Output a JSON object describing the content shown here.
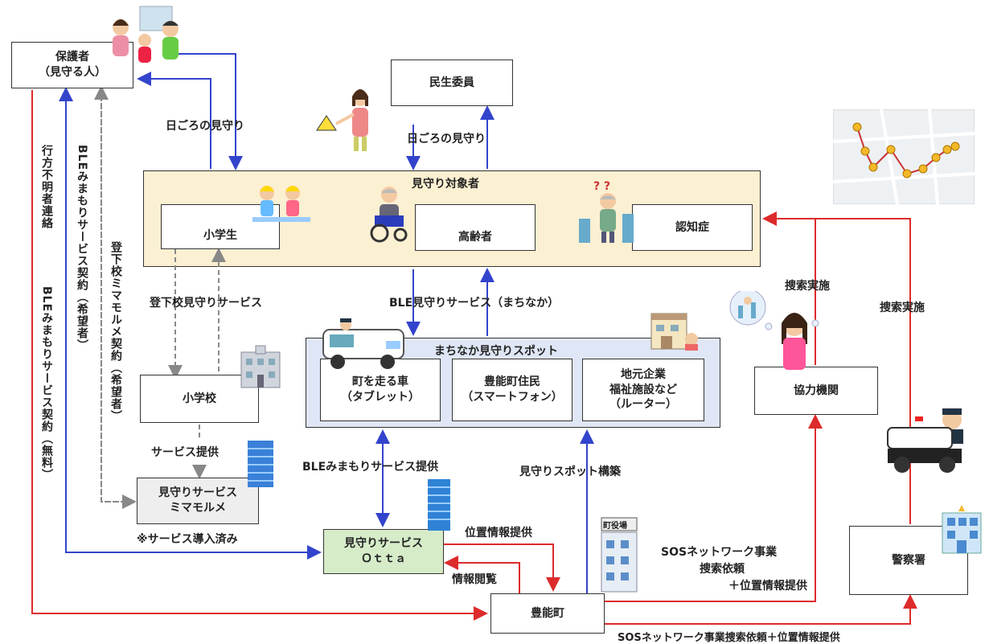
{
  "nodes": {
    "guardian": "保護者\n（見守る人）",
    "minsei": "民生委員",
    "target_region": "見守り対象者",
    "elementary_student": "小学生",
    "elderly": "高齢者",
    "dementia": "認知症",
    "school": "小学校",
    "mimamorume": "見守りサービス\nミマモルメ",
    "machinaka_region": "まちなか見守りスポット",
    "car": "町を走る車\n（タブレット）",
    "resident": "豊能町住民\n（スマートフォン）",
    "companies": "地元企業\n福祉施設など\n（ルーター）",
    "otta": "見守りサービス\nＯｔｔａ",
    "town": "豊能町",
    "cooperating_org": "協力機関",
    "police": "警察署"
  },
  "labels": {
    "daily_watch_left": "日ごろの見守り",
    "daily_watch_center": "日ごろの見守り",
    "school_commute_service": "登下校見守りサービス",
    "ble_machinaka": "BLE見守りサービス（まちなか）",
    "service_provision": "サービス提供",
    "already_introduced": "※サービス導入済み",
    "ble_mimamori_provision": "BLEみまもりサービス提供",
    "spot_construction": "見守りスポット構築",
    "location_info_provision": "位置情報提供",
    "info_browsing": "情報閲覧",
    "sos_network": "SOSネットワーク事業",
    "search_request": "捜索依頼",
    "plus_location": "＋位置情報提供",
    "search_conducted_1": "捜索実施",
    "search_conducted_2": "捜索実施",
    "missing_contact": "行方不明者連絡",
    "ble_contract_free": "BLEみまもりサービス契約（無料）",
    "ble_contract_opt": "BLEみまもりサービス契約（希望者）",
    "mimamorume_contract": "登下校ミマモルメ契約（希望者）",
    "town_office_sign": "町役場",
    "bottom_cut": "SOSネットワーク事業捜索依頼＋位置情報提供"
  },
  "colors": {
    "blue": "#3344cc",
    "red": "#dd2b2b",
    "gray": "#888888",
    "target_bg": "#fcf0d2",
    "machinaka_bg": "#dfe6f6",
    "otta_bg": "#d6ecc9"
  }
}
